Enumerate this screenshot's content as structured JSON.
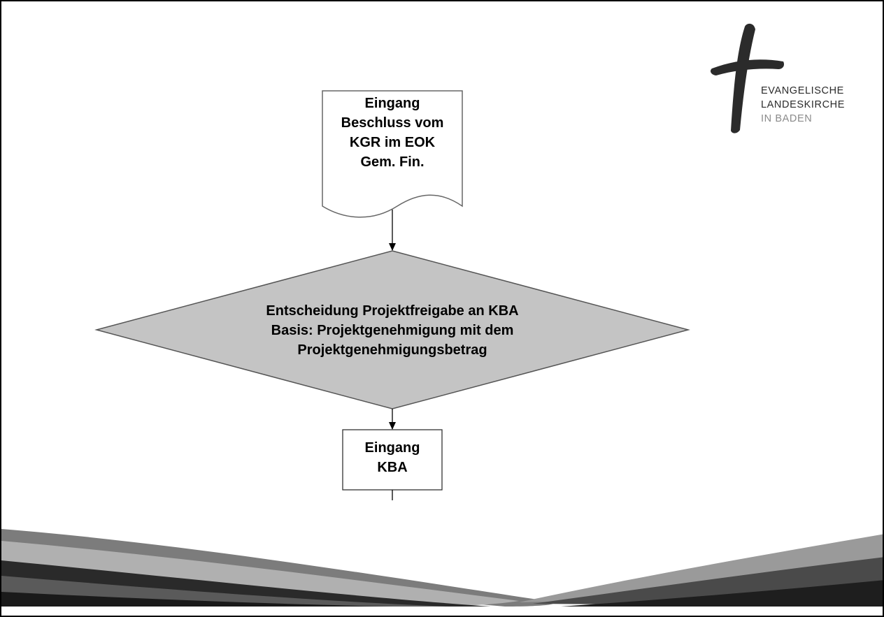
{
  "logo": {
    "line1": "EVANGELISCHE",
    "line2": "LANDESKIRCHE",
    "line3": "IN BADEN"
  },
  "flowchart": {
    "document_node": {
      "lines": [
        "Eingang",
        "Beschluss vom",
        "KGR im EOK",
        "Gem. Fin."
      ]
    },
    "decision_node": {
      "lines": [
        "Entscheidung Projektfreigabe an KBA",
        "Basis: Projektgenehmigung mit dem",
        "Projektgenehmigungsbetrag"
      ]
    },
    "process_node": {
      "lines": [
        "Eingang",
        "KBA"
      ]
    }
  },
  "colors": {
    "decision_fill": "#c4c4c4",
    "logo_dark": "#2b2b2b",
    "logo_light": "#8a8a8a"
  }
}
